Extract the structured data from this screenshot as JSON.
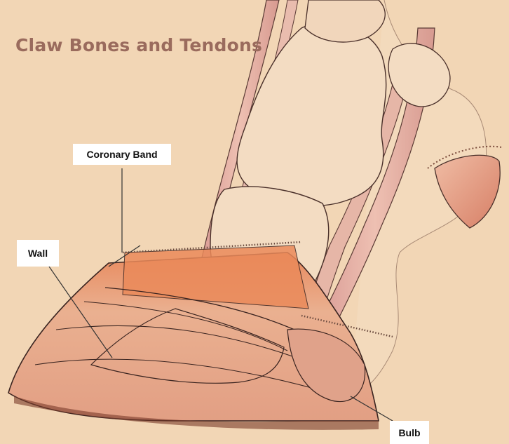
{
  "diagram": {
    "title": "Claw Bones and Tendons",
    "labels": {
      "coronary_band": "Coronary Band",
      "wall": "Wall",
      "bulb": "Bulb"
    },
    "colors": {
      "background": "#f2d6b5",
      "title": "#9a6b5d",
      "hoof": "#e8a882",
      "coronary": "#e98a5c",
      "bone": "#f3dcc0",
      "tendon": "#e2b3a4",
      "ink": "#3a2420"
    }
  }
}
